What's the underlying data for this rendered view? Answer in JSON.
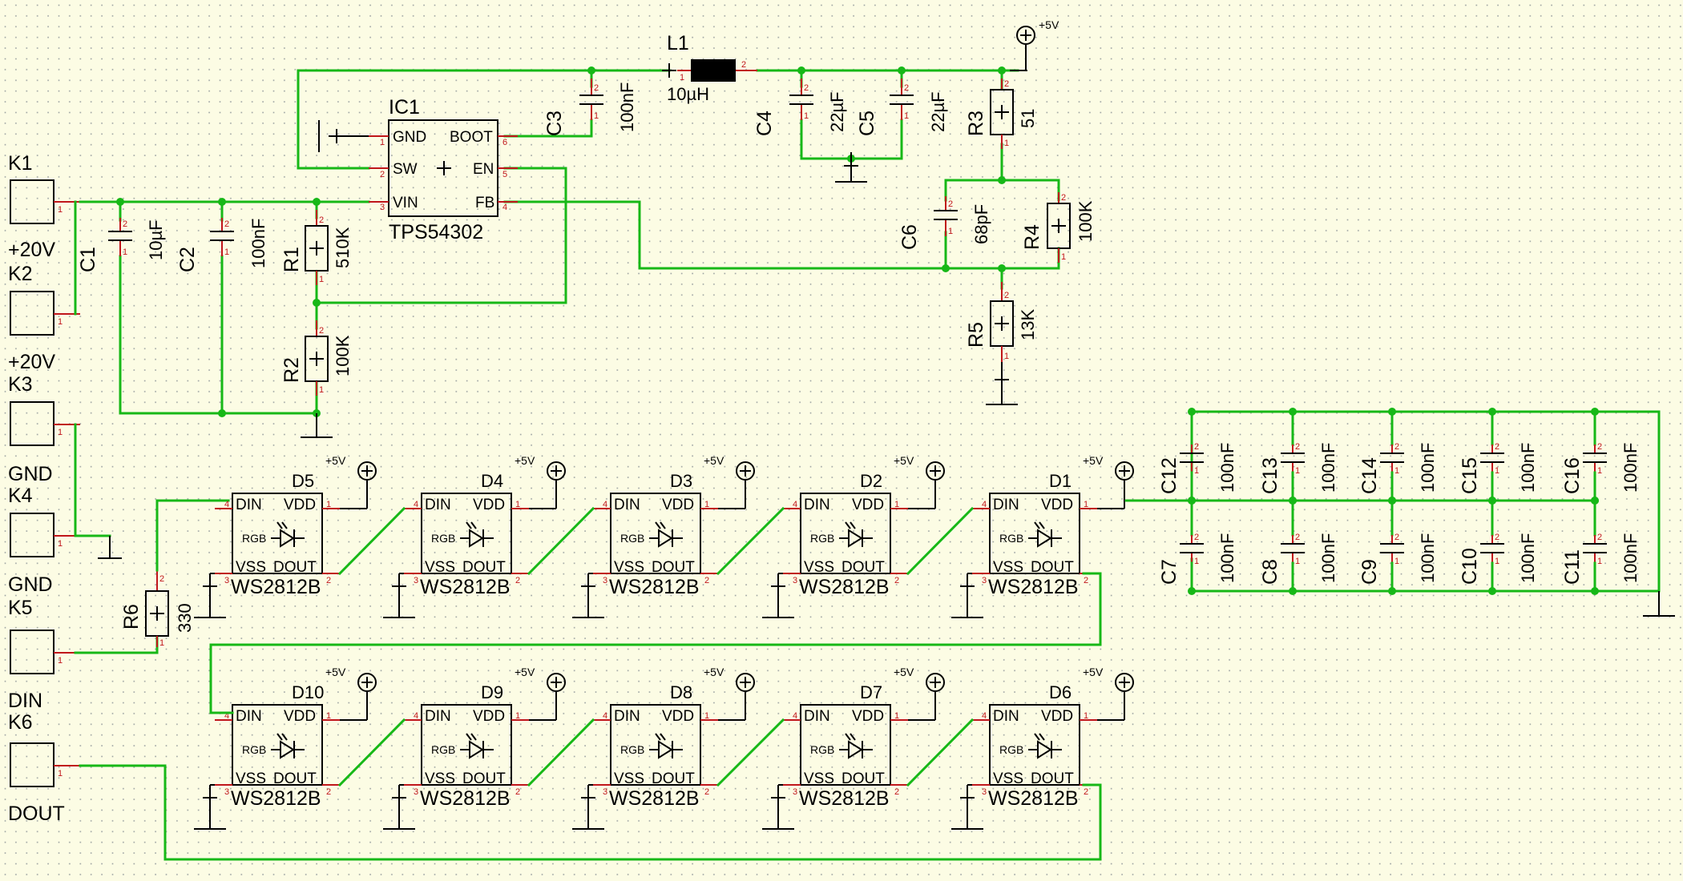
{
  "connectors": [
    {
      "ref": "K1",
      "net": "+20V"
    },
    {
      "ref": "K2",
      "net": "+20V"
    },
    {
      "ref": "K3",
      "net": "GND"
    },
    {
      "ref": "K4",
      "net": "GND"
    },
    {
      "ref": "K5",
      "net": "DIN"
    },
    {
      "ref": "K6",
      "net": "DOUT"
    }
  ],
  "regulator": {
    "ref": "IC1",
    "part": "TPS54302",
    "pins": {
      "gnd": "GND",
      "sw": "SW",
      "vin": "VIN",
      "boot": "BOOT",
      "en": "EN",
      "fb": "FB"
    }
  },
  "passives": [
    {
      "ref": "C1",
      "value": "10µF"
    },
    {
      "ref": "C2",
      "value": "100nF"
    },
    {
      "ref": "C3",
      "value": "100nF"
    },
    {
      "ref": "L1",
      "value": "10µH"
    },
    {
      "ref": "C4",
      "value": "22µF"
    },
    {
      "ref": "C5",
      "value": "22µF"
    },
    {
      "ref": "R1",
      "value": "510K"
    },
    {
      "ref": "R2",
      "value": "100K"
    },
    {
      "ref": "R3",
      "value": "51"
    },
    {
      "ref": "C6",
      "value": "68pF"
    },
    {
      "ref": "R4",
      "value": "100K"
    },
    {
      "ref": "R5",
      "value": "13K"
    },
    {
      "ref": "R6",
      "value": "330"
    }
  ],
  "supply_label": "+5V",
  "leds": [
    {
      "ref": "D1",
      "part": "WS2812B"
    },
    {
      "ref": "D2",
      "part": "WS2812B"
    },
    {
      "ref": "D3",
      "part": "WS2812B"
    },
    {
      "ref": "D4",
      "part": "WS2812B"
    },
    {
      "ref": "D5",
      "part": "WS2812B"
    },
    {
      "ref": "D6",
      "part": "WS2812B"
    },
    {
      "ref": "D7",
      "part": "WS2812B"
    },
    {
      "ref": "D8",
      "part": "WS2812B"
    },
    {
      "ref": "D9",
      "part": "WS2812B"
    },
    {
      "ref": "D10",
      "part": "WS2812B"
    }
  ],
  "led_pins": {
    "din": "DIN",
    "vdd": "VDD",
    "vss": "VSS",
    "dout": "DOUT",
    "rgb": "RGB"
  },
  "decoupling": [
    {
      "ref": "C12",
      "value": "100nF"
    },
    {
      "ref": "C13",
      "value": "100nF"
    },
    {
      "ref": "C14",
      "value": "100nF"
    },
    {
      "ref": "C15",
      "value": "100nF"
    },
    {
      "ref": "C16",
      "value": "100nF"
    },
    {
      "ref": "C7",
      "value": "100nF"
    },
    {
      "ref": "C8",
      "value": "100nF"
    },
    {
      "ref": "C9",
      "value": "100nF"
    },
    {
      "ref": "C10",
      "value": "100nF"
    },
    {
      "ref": "C11",
      "value": "100nF"
    }
  ],
  "colors": {
    "background": "#fcfce4",
    "wire": "#17b817",
    "pin": "#c0161b",
    "grid_dot": "#9aa0a0",
    "symbol": "#000000"
  },
  "icons": [
    "supply-symbol-icon",
    "ground-symbol-icon",
    "capacitor-icon",
    "resistor-icon",
    "inductor-icon",
    "led-icon"
  ]
}
